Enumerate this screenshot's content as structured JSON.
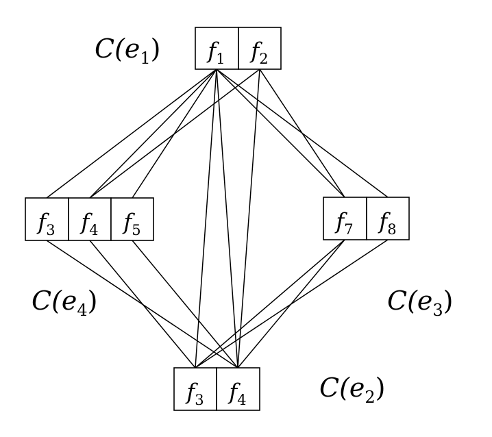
{
  "diagram": {
    "groups": [
      {
        "id": "g1",
        "label": {
          "base": "C(e",
          "sub": "1",
          "close": ")"
        },
        "cells": [
          {
            "base": "f",
            "sub": "1"
          },
          {
            "base": "f",
            "sub": "2"
          }
        ]
      },
      {
        "id": "g4",
        "label": {
          "base": "C(e",
          "sub": "4",
          "close": ")"
        },
        "cells": [
          {
            "base": "f",
            "sub": "3"
          },
          {
            "base": "f",
            "sub": "4"
          },
          {
            "base": "f",
            "sub": "5"
          }
        ]
      },
      {
        "id": "g3",
        "label": {
          "base": "C(e",
          "sub": "3",
          "close": ")"
        },
        "cells": [
          {
            "base": "f",
            "sub": "7"
          },
          {
            "base": "f",
            "sub": "8"
          }
        ]
      },
      {
        "id": "g2",
        "label": {
          "base": "C(e",
          "sub": "2",
          "close": ")"
        },
        "cells": [
          {
            "base": "f",
            "sub": "3"
          },
          {
            "base": "f",
            "sub": "4"
          }
        ]
      }
    ],
    "edges": [
      [
        "g1.0",
        "g4.0"
      ],
      [
        "g1.0",
        "g4.1"
      ],
      [
        "g1.0",
        "g4.2"
      ],
      [
        "g1.1",
        "g4.1"
      ],
      [
        "g1.0",
        "g3.0"
      ],
      [
        "g1.0",
        "g3.1"
      ],
      [
        "g1.1",
        "g3.0"
      ],
      [
        "g1.0",
        "g2.0"
      ],
      [
        "g1.0",
        "g2.1"
      ],
      [
        "g1.1",
        "g2.1"
      ],
      [
        "g4.0",
        "g2.1"
      ],
      [
        "g4.1",
        "g2.0"
      ],
      [
        "g4.2",
        "g2.1"
      ],
      [
        "g3.0",
        "g2.0"
      ],
      [
        "g3.0",
        "g2.1"
      ],
      [
        "g3.1",
        "g2.0"
      ]
    ]
  }
}
